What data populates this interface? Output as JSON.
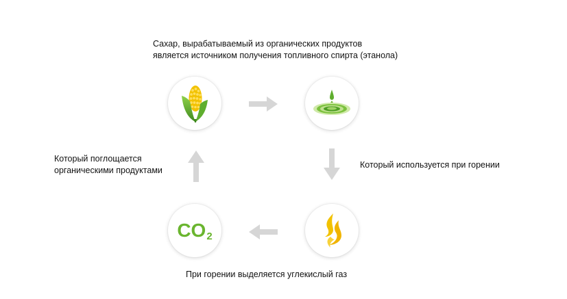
{
  "captions": {
    "top": {
      "line1": "Сахар, вырабатываемый из органических продуктов",
      "line2": "является источником получения топливного спирта (этанола)"
    },
    "right": {
      "line1": "Который используется при горении"
    },
    "bottom": {
      "line1": "При горении выделяется углекислый газ"
    },
    "left": {
      "line1": "Который поглощается",
      "line2": "органическими продуктами"
    }
  },
  "nodes": {
    "co2": {
      "main": "CO",
      "sub": "2"
    }
  },
  "icons": {
    "corn": "corn-icon",
    "ethanol": "ethanol-drop-icon",
    "flame": "flame-icon",
    "arrows": "arrow-icon"
  },
  "colors": {
    "green": "#6ab52f",
    "green_dark": "#3f8a1f",
    "yellow": "#f2c200",
    "arrow": "#d6d6d6"
  }
}
